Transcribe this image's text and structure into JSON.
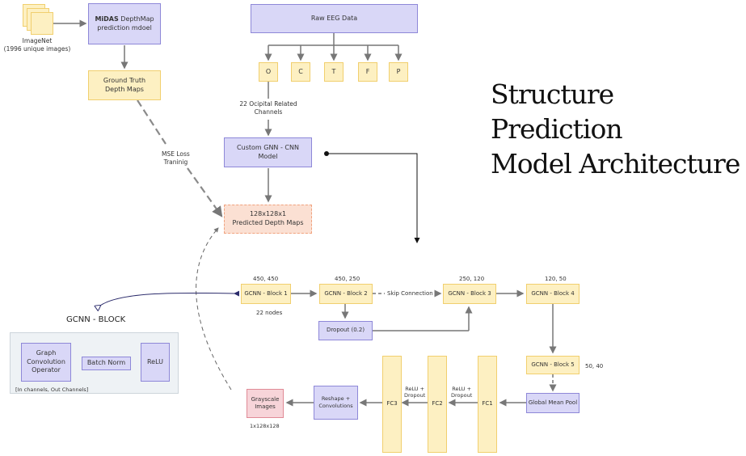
{
  "title": "Structure Prediction\nModel Architecture",
  "imagenet": {
    "label": "ImageNet\n(1996 unique images)"
  },
  "midas": {
    "bold": "MiDAS",
    "text": " DepthMap\nprediction mdoel"
  },
  "ground_truth": "Ground Truth\nDepth Maps",
  "mse_loss": "MSE Loss\nTraninig",
  "raw_eeg": "Raw EEG Data",
  "channels": [
    "O",
    "C",
    "T",
    "F",
    "P"
  ],
  "occipital": "22 Ocipital Related\nChannels",
  "custom_model": "Custom GNN - CNN\nModel",
  "predicted": "128x128x1\nPredicted Depth Maps",
  "gcnn_block_title": "GCNN - BLOCK",
  "gcnn_block_inner": {
    "graph_conv": "Graph\nConvolution\nOperator",
    "batch_norm": "Batch Norm",
    "relu": "ReLU",
    "caption": "[In channels, Out Channels]"
  },
  "blocks": [
    {
      "label": "GCNN - Block 1",
      "dims": "450, 450"
    },
    {
      "label": "GCNN - Block 2",
      "dims": "450, 250"
    },
    {
      "label": "GCNN - Block 3",
      "dims": "250, 120"
    },
    {
      "label": "GCNN - Block 4",
      "dims": "120, 50"
    },
    {
      "label": "GCNN - Block 5",
      "dims": "50, 40"
    }
  ],
  "nodes_label": "22 nodes",
  "dropout": "Dropout (0.2)",
  "skip": "Skip Connection",
  "global_mean_pool": "Global Mean Pool",
  "fc": [
    "FC1",
    "FC2",
    "FC3"
  ],
  "relu_dropout": "ReLU +\nDropout",
  "reshape": "Reshape +\nConvolutions",
  "grayscale": "Grayscale\nImages",
  "grayscale_dims": "1x128x128"
}
